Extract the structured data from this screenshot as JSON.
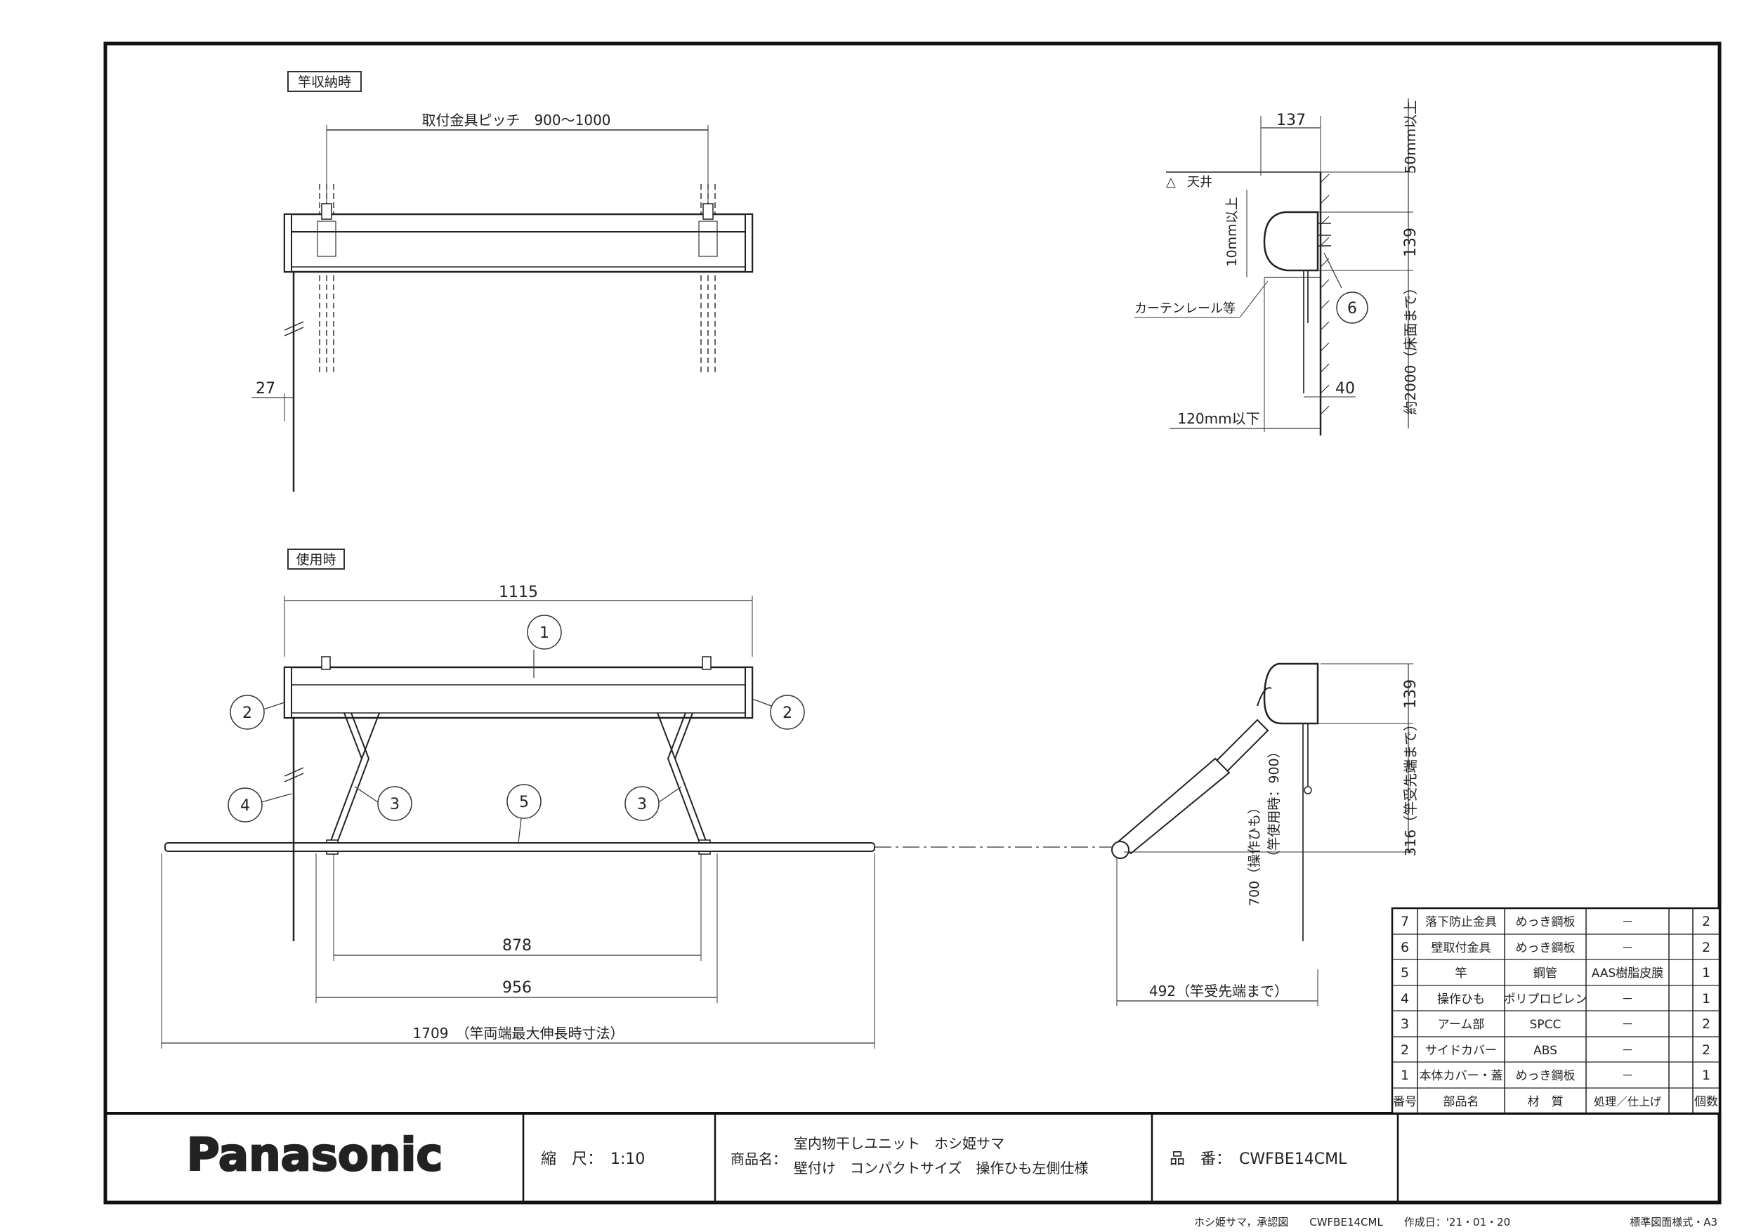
{
  "views": {
    "stored": {
      "label": "竿収納時",
      "pitch": "取付金具ピッチ　900～1000",
      "dim_27": "27"
    },
    "in_use": {
      "label": "使用時",
      "dim_1115": "1115",
      "dim_878": "878",
      "dim_956": "956",
      "dim_1709": "1709　（竿両端最大伸長時寸法）"
    },
    "side_top": {
      "dim_137": "137",
      "ceiling": "天井",
      "dim_50": "50mm以上",
      "dim_10": "10mm以上",
      "dim_139": "139",
      "curtain": "カーテンレール等",
      "dim_40": "40",
      "dim_120": "120mm以下",
      "dim_2000": "約2000（床面まで）"
    },
    "side_bottom": {
      "dim_139": "139",
      "dim_316": "316（竿受先端まで）",
      "dim_700": "700（操作ひも）",
      "dim_900": "（竿使用時：900）",
      "dim_492": "492（竿受先端まで）"
    },
    "balloons": {
      "b1": "1",
      "b2": "2",
      "b3": "3",
      "b4": "4",
      "b5": "5",
      "b6": "6"
    }
  },
  "parts_table": {
    "header": [
      "番号",
      "部品名",
      "材　質",
      "処理／仕上げ",
      "個数"
    ],
    "rows": [
      [
        "7",
        "落下防止金具",
        "めっき鋼板",
        "－",
        "2"
      ],
      [
        "6",
        "壁取付金具",
        "めっき鋼板",
        "－",
        "2"
      ],
      [
        "5",
        "竿",
        "鋼管",
        "AAS樹脂皮膜",
        "1"
      ],
      [
        "4",
        "操作ひも",
        "ポリプロピレン",
        "－",
        "1"
      ],
      [
        "3",
        "アーム部",
        "SPCC",
        "－",
        "2"
      ],
      [
        "2",
        "サイドカバー",
        "ABS",
        "－",
        "2"
      ],
      [
        "1",
        "本体カバー・蓋",
        "めっき鋼板",
        "－",
        "1"
      ]
    ]
  },
  "title_block": {
    "logo": "Panasonic",
    "scale": "縮　尺：　1:10",
    "product_label": "商品名：",
    "product_line1": "室内物干しユニット　ホシ姫サマ",
    "product_line2": "壁付け　コンパクトサイズ　操作ひも左側仕様",
    "part_no": "品　番：　CWFBE14CML"
  },
  "footer": {
    "doc": "ホシ姫サマ，承認図　　CWFBE14CML　　作成日：'21・01・20",
    "format": "標準図面様式・A3"
  }
}
